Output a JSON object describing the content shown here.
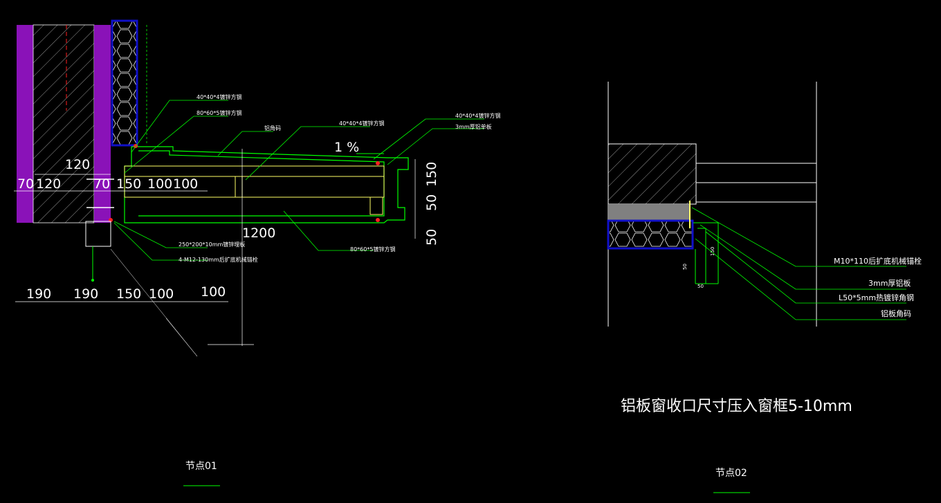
{
  "colors": {
    "background": "#000000",
    "purple": "#8a12b8",
    "insulation_blue": "#1010c8",
    "green": "#00ff00",
    "yellow": "#ffff66",
    "white": "#ffffff",
    "red": "#ff2020",
    "gray": "#808080"
  },
  "node01": {
    "title": "节点01",
    "slope": "1 %",
    "dim_left_top": [
      "70",
      "120",
      "70",
      "150",
      "100",
      "100"
    ],
    "dim_120": "120",
    "dim_bottom": [
      "190",
      "190",
      "150",
      "100",
      "100"
    ],
    "dim_1200": "1200",
    "dim_right": [
      "150",
      "50",
      "50"
    ],
    "labels": {
      "steel_40_a": "40*40*4镀锌方钢",
      "steel_80_top": "80*60*5镀锌方钢",
      "aluminum_code": "铝角码",
      "steel_40_b": "40*40*4镀锌方钢",
      "steel_40_c": "40*40*4镀锌方钢",
      "aluminum_plate": "3mm厚铝单板",
      "embed_plate": "250*200*10mm镀锌埋板",
      "bolt": "4-M12-130mm后扩底机械锚栓",
      "steel_80_bottom": "80*60*5镀锌方钢"
    }
  },
  "node02": {
    "title": "节点02",
    "caption": "铝板窗收口尺寸压入窗框5-10mm",
    "labels": {
      "anchor": "M10*110后扩底机械锚栓",
      "plate": "3mm厚铝板",
      "angle": "L50*5mm热镀锌角钢",
      "code": "铝板角码"
    },
    "dims": [
      "50",
      "150",
      "50"
    ]
  }
}
